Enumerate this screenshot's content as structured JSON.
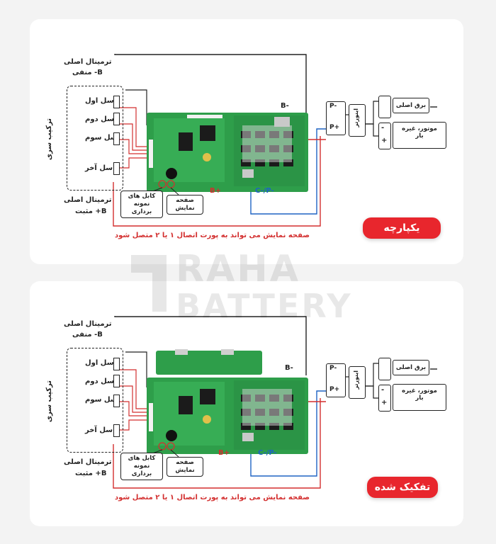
{
  "watermark": {
    "line1": "RAHA",
    "line2": "BATTERY"
  },
  "panels": [
    {
      "neg_terminal_line1": "ترمینال اصلی",
      "neg_terminal_line2": "B- منفی",
      "cells": [
        "سل اول",
        "سل دوم",
        "سل سوم",
        "سل آخر"
      ],
      "series_label": "ترکیب سری",
      "pos_terminal_line1": "ترمینال اصلی",
      "pos_terminal_line2": "B+ مثبت",
      "b_minus": "B-",
      "b_plus": "B+",
      "c_p_minus": "C-/P-",
      "sampling_cable": "کابل های نمونه برداری",
      "display": "صفحه نمایش",
      "note": "صفحه نمایش می تواند به پورت اتصال ۱ یا ۲ متصل شود",
      "badge": "یکپارچه",
      "port_p_minus": "P-",
      "port_p_plus": "P+",
      "inverter": "اینورتر",
      "mains": "برق اصلی",
      "load_line1": "موتور، غیره",
      "load_line2": "بار",
      "load_minus": "-",
      "load_plus": "+"
    },
    {
      "neg_terminal_line1": "ترمینال اصلی",
      "neg_terminal_line2": "B- منفی",
      "cells": [
        "سل اول",
        "سل دوم",
        "سل سوم",
        "سل آخر"
      ],
      "series_label": "ترکیب سری",
      "pos_terminal_line1": "ترمینال اصلی",
      "pos_terminal_line2": "B+ مثبت",
      "b_minus": "B-",
      "b_plus": "B+",
      "c_p_minus": "C-/P-",
      "sampling_cable": "کابل های نمونه برداری",
      "display": "صفحه نمایش",
      "note": "صفحه نمایش می تواند به پورت اتصال ۱ یا ۲ متصل شود",
      "badge": "تفکیک شده",
      "port_p_minus": "P-",
      "port_p_plus": "P+",
      "inverter": "اینورتر",
      "mains": "برق اصلی",
      "load_line1": "موتور، غیره",
      "load_line2": "بار",
      "load_minus": "-",
      "load_plus": "+"
    }
  ],
  "colors": {
    "accent_red": "#e8262d",
    "wire_red": "#d32f2f",
    "wire_blue": "#1e63c4",
    "pcb_green": "#2e9e4a"
  }
}
